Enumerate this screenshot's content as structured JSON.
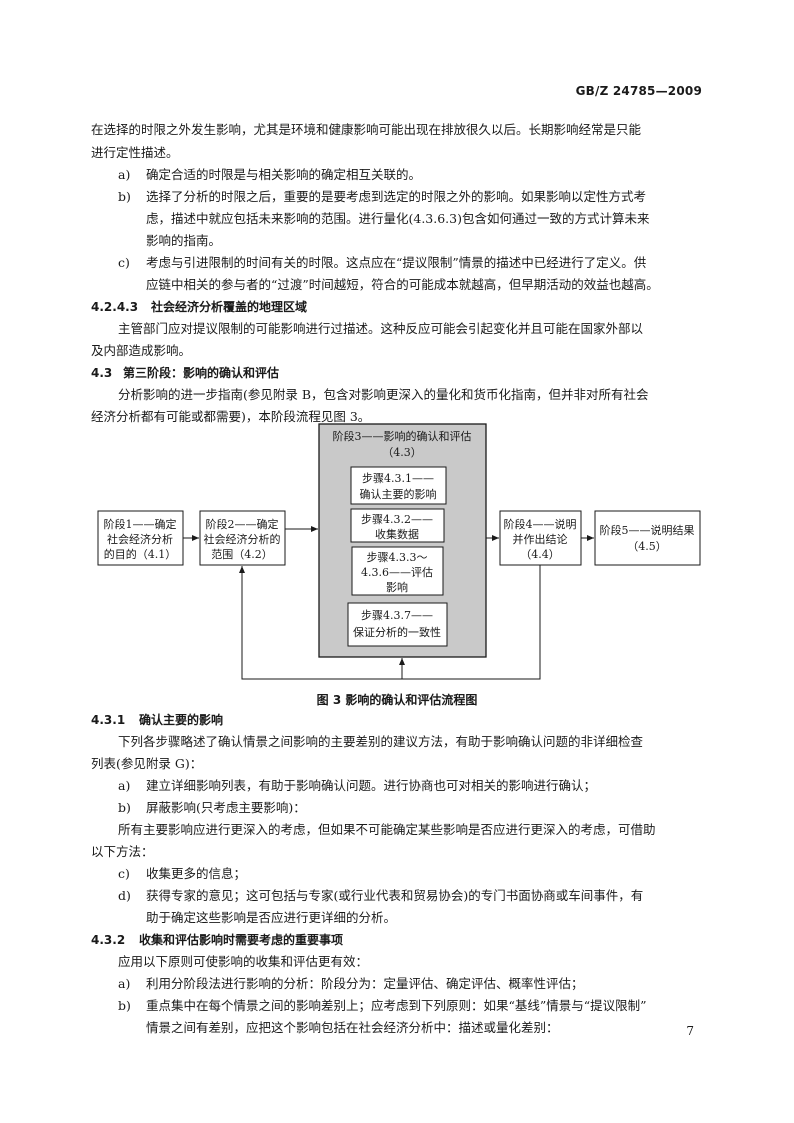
{
  "header": {
    "standard_id": "GB/Z 24785—2009"
  },
  "page_number": "7",
  "top_text": {
    "line1": "在选择的时限之外发生影响，尤其是环境和健康影响可能出现在排放很久以后。长期影响经常是只能",
    "line2": "进行定性描述。"
  },
  "list1": {
    "a_label": "a)",
    "a_text": "确定合适的时限是与相关影响的确定相互关联的。",
    "b_label": "b)",
    "b_line1": "选择了分析的时限之后，重要的是要考虑到选定的时限之外的影响。如果影响以定性方式考",
    "b_line2": "虑，描述中就应包括未来影响的范围。进行量化(4.3.6.3)包含如何通过一致的方式计算未来",
    "b_line3": "影响的指南。",
    "c_label": "c)",
    "c_line1": "考虑与引进限制的时间有关的时限。这点应在“提议限制”情景的描述中已经进行了定义。供",
    "c_line2": "应链中相关的参与者的“过渡”时间越短，符合的可能成本就越高，但早期活动的效益也越高。"
  },
  "sec_4243": {
    "num": "4.2.4.3",
    "title": "社会经济分析覆盖的地理区域",
    "line1": "主管部门应对提议限制的可能影响进行过描述。这种反应可能会引起变化并且可能在国家外部以",
    "line2": "及内部造成影响。"
  },
  "sec_43": {
    "num": "4.3",
    "title": "第三阶段：影响的确认和评估",
    "line1": "分析影响的进一步指南(参见附录 B，包含对影响更深入的量化和货币化指南，但并非对所有社会",
    "line2": "经济分析都有可能或都需要)，本阶段流程见图 3。"
  },
  "diagram": {
    "stage1": [
      "阶段1——确定",
      "社会经济分析",
      "的目的（4.1）"
    ],
    "stage2": [
      "阶段2——确定",
      "社会经济分析的",
      "范围（4.2）"
    ],
    "stage3": [
      "阶段3——影响的确认和评估",
      "（4.3）"
    ],
    "step1": [
      "步骤4.3.1——",
      "确认主要的影响"
    ],
    "step2": [
      "步骤4.3.2——",
      "收集数据"
    ],
    "step3": [
      "步骤4.3.3～",
      "4.3.6——评估",
      "影响"
    ],
    "step4": [
      "步骤4.3.7——",
      "保证分析的一致性"
    ],
    "stage4": [
      "阶段4——说明",
      "并作出结论",
      "（4.4）"
    ],
    "stage5": [
      "阶段5——说明结果",
      "（4.5）"
    ]
  },
  "figure_caption": "图 3   影响的确认和评估流程图",
  "sec_431": {
    "num": "4.3.1",
    "title": "确认主要的影响",
    "line1": "下列各步骤略述了确认情景之间影响的主要差别的建议方法，有助于影响确认问题的非详细检查",
    "line2": "列表(参见附录 G)：",
    "a_label": "a)",
    "a_text": "建立详细影响列表，有助于影响确认问题。进行协商也可对相关的影响进行确认；",
    "b_label": "b)",
    "b_text": "屏蔽影响(只考虑主要影响)：",
    "p_line1": "所有主要影响应进行更深入的考虑，但如果不可能确定某些影响是否应进行更深入的考虑，可借助",
    "p_line2": "以下方法：",
    "c_label": "c)",
    "c_text": "收集更多的信息；",
    "d_label": "d)",
    "d_line1": "获得专家的意见；这可包括与专家(或行业代表和贸易协会)的专门书面协商或车间事件，有",
    "d_line2": "助于确定这些影响是否应进行更详细的分析。"
  },
  "sec_432": {
    "num": "4.3.2",
    "title": "收集和评估影响时需要考虑的重要事项",
    "line1": "应用以下原则可使影响的收集和评估更有效：",
    "a_label": "a)",
    "a_text": "利用分阶段法进行影响的分析：阶段分为：定量评估、确定评估、概率性评估；",
    "b_label": "b)",
    "b_line1": "重点集中在每个情景之间的影响差别上；应考虑到下列原则：如果“基线”情景与“提议限制”",
    "b_line2": "情景之间有差别，应把这个影响包括在社会经济分析中：描述或量化差别："
  }
}
